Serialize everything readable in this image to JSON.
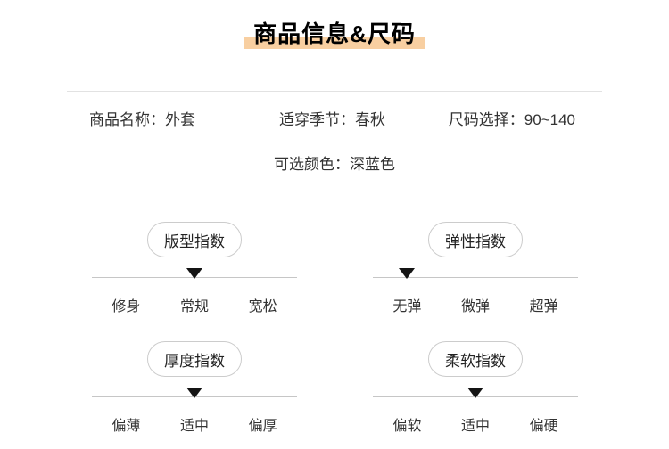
{
  "title": {
    "text": "商品信息&尺码"
  },
  "colors": {
    "title_highlight": "#f8cfa1",
    "divider": "#e2e2e2",
    "slider_line": "#c6c6c6",
    "marker": "#141414",
    "text": "#333333"
  },
  "info": {
    "product_name": "商品名称：外套",
    "season": "适穿季节：春秋",
    "size_range": "尺码选择：90~140",
    "color_option": "可选颜色：深蓝色"
  },
  "indexes": [
    {
      "title": "版型指数",
      "options": [
        "修身",
        "常规",
        "宽松"
      ],
      "active_index": 1,
      "active_option": "常规"
    },
    {
      "title": "弹性指数",
      "options": [
        "无弹",
        "微弹",
        "超弹"
      ],
      "active_index": 0,
      "active_option": "无弹"
    },
    {
      "title": "厚度指数",
      "options": [
        "偏薄",
        "适中",
        "偏厚"
      ],
      "active_index": 1,
      "active_option": "适中"
    },
    {
      "title": "柔软指数",
      "options": [
        "偏软",
        "适中",
        "偏硬"
      ],
      "active_index": 1,
      "active_option": "适中"
    }
  ]
}
